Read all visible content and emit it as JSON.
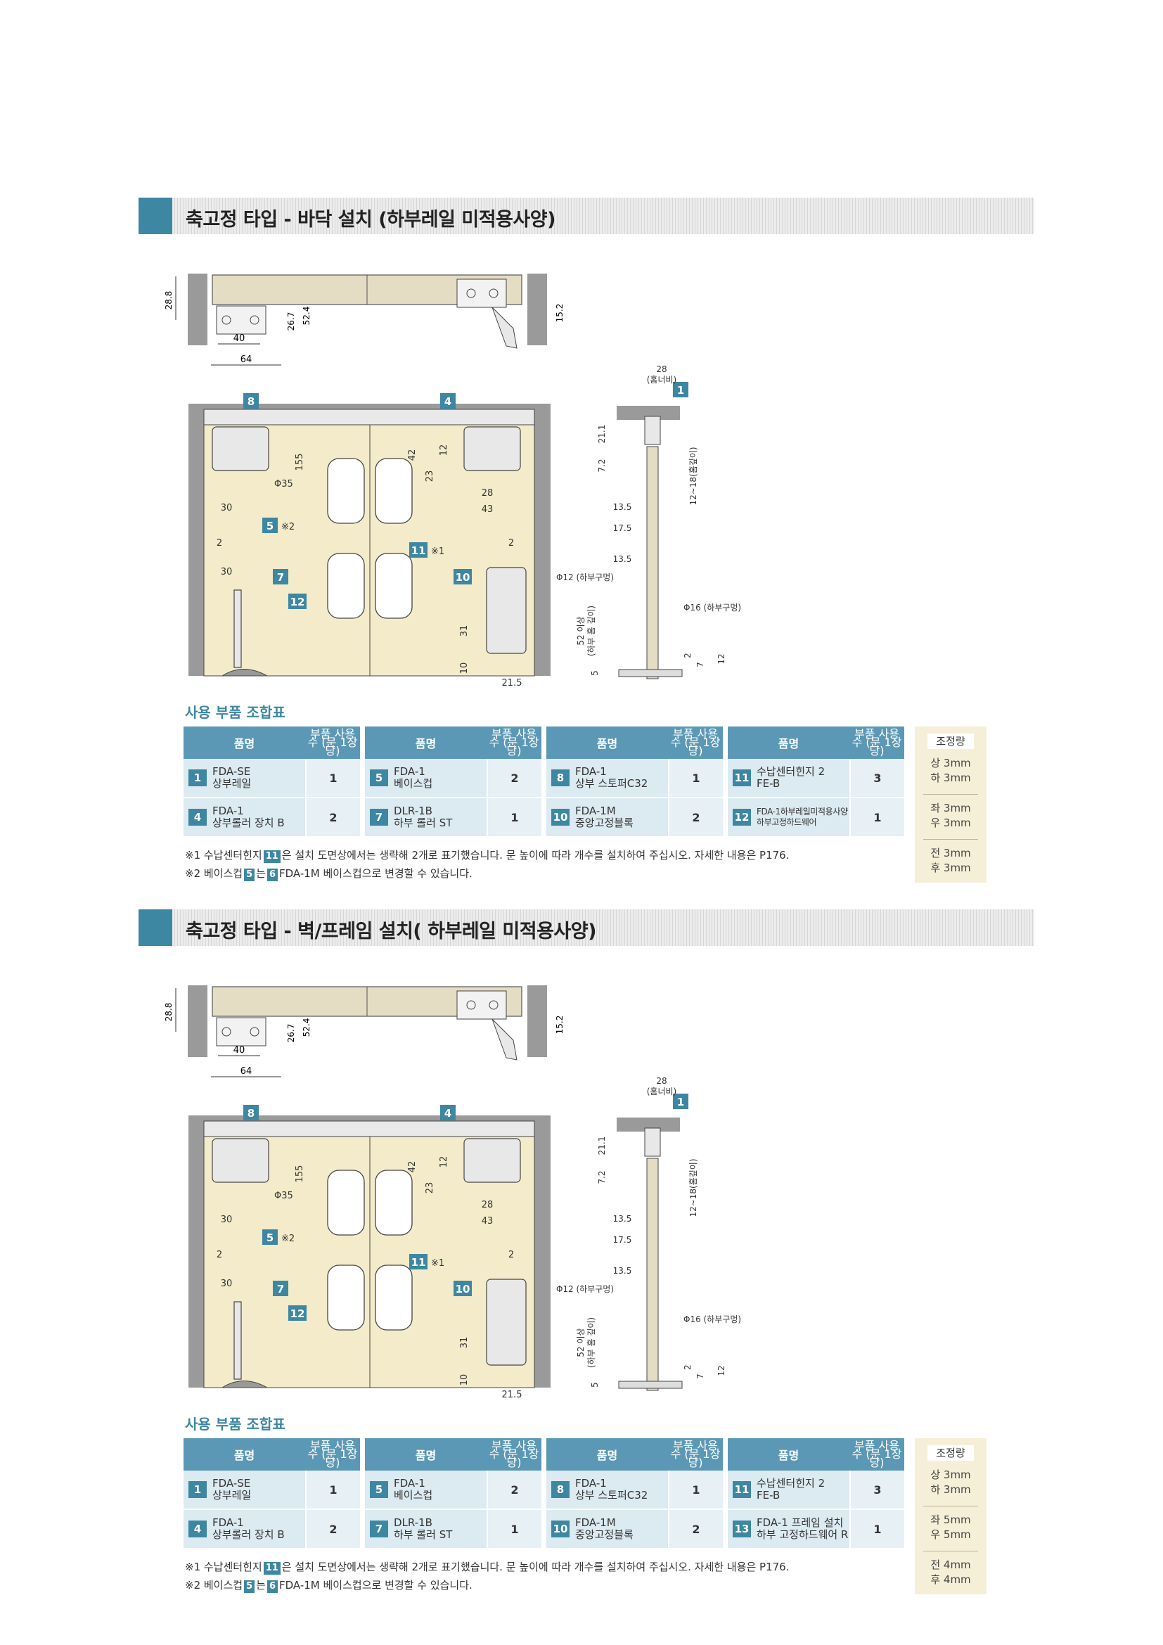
{
  "sections": [
    {
      "title": "축고정 타입 - 바닥 설치 (하부레일 미적용사양)",
      "subtitle": "사용 부품 조합표",
      "header": {
        "name": "품명",
        "qty": "부품 사용수 (문 1장당)"
      },
      "rows": [
        [
          {
            "num": "1",
            "name1": "FDA-SE",
            "name2": "상부레일",
            "qty": "1"
          },
          {
            "num": "5",
            "name1": "FDA-1",
            "name2": "베이스컵",
            "qty": "2"
          },
          {
            "num": "8",
            "name1": "FDA-1",
            "name2": "상부 스토퍼C32",
            "qty": "1"
          },
          {
            "num": "11",
            "name1": "수납센터힌지 2",
            "name2": "FE-B",
            "qty": "3"
          }
        ],
        [
          {
            "num": "4",
            "name1": "FDA-1",
            "name2": "상부롤러 장치 B",
            "qty": "2"
          },
          {
            "num": "7",
            "name1": "DLR-1B",
            "name2": "하부 롤러 ST",
            "qty": "1"
          },
          {
            "num": "10",
            "name1": "FDA-1M",
            "name2": "중앙고정블록",
            "qty": "2"
          },
          {
            "num": "12",
            "name1": "FDA-1하부레일미적용사양",
            "name2": "하부고정하드웨어",
            "qty": "1",
            "small": true
          }
        ]
      ],
      "adjust": {
        "title": "조정량",
        "groups": [
          [
            "상 3mm",
            "하 3mm"
          ],
          [
            "좌 3mm",
            "우 3mm"
          ],
          [
            "전 3mm",
            "후 3mm"
          ]
        ]
      },
      "notes": {
        "n1_prefix": "※1  수납센터힌지",
        "n1_box": "11",
        "n1_suffix": "은 설치 도면상에서는 생략해 2개로 표기했습니다. 문 높이에 따라 개수를 설치하여 주십시오. 자세한 내용은 P176.",
        "n2_prefix": "※2  베이스컵",
        "n2_box1": "5",
        "n2_mid": "는",
        "n2_box2": "6",
        "n2_suffix": "FDA-1M 베이스컵으로 변경할 수 있습니다."
      }
    },
    {
      "title": "축고정 타입 - 벽/프레임 설치( 하부레일 미적용사양)",
      "subtitle": "사용 부품 조합표",
      "header": {
        "name": "품명",
        "qty": "부품 사용수 (문 1장당)"
      },
      "rows": [
        [
          {
            "num": "1",
            "name1": "FDA-SE",
            "name2": "상부레일",
            "qty": "1"
          },
          {
            "num": "5",
            "name1": "FDA-1",
            "name2": "베이스컵",
            "qty": "2"
          },
          {
            "num": "8",
            "name1": "FDA-1",
            "name2": "상부 스토퍼C32",
            "qty": "1"
          },
          {
            "num": "11",
            "name1": "수납센터힌지 2",
            "name2": "FE-B",
            "qty": "3"
          }
        ],
        [
          {
            "num": "4",
            "name1": "FDA-1",
            "name2": "상부롤러 장치 B",
            "qty": "2"
          },
          {
            "num": "7",
            "name1": "DLR-1B",
            "name2": "하부 롤러 ST",
            "qty": "1"
          },
          {
            "num": "10",
            "name1": "FDA-1M",
            "name2": "중앙고정블록",
            "qty": "2"
          },
          {
            "num": "13",
            "name1": "FDA-1 프레임 설치",
            "name2": "하부 고정하드웨어 R",
            "qty": "1"
          }
        ]
      ],
      "adjust": {
        "title": "조정량",
        "groups": [
          [
            "상 3mm",
            "하 3mm"
          ],
          [
            "좌 5mm",
            "우 5mm"
          ],
          [
            "전 4mm",
            "후 4mm"
          ]
        ]
      },
      "notes": {
        "n1_prefix": "※1  수납센터힌지",
        "n1_box": "11",
        "n1_suffix": "은 설치 도면상에서는 생략해 2개로 표기했습니다. 문 높이에 따라 개수를 설치하여 주십시오. 자세한 내용은 P176.",
        "n2_prefix": "※2  베이스컵",
        "n2_box1": "5",
        "n2_mid": "는",
        "n2_box2": "6",
        "n2_suffix": "FDA-1M 베이스컵으로 변경할 수 있습니다."
      }
    }
  ],
  "diagram_labels": {
    "dim_28_8": "28.8",
    "dim_40": "40",
    "dim_64": "64",
    "dim_26_7": "26.7",
    "dim_52_4": "52.4",
    "dim_15_2": "15.2",
    "callout_8": "8",
    "callout_4": "4",
    "callout_5": "5",
    "callout_11": "11",
    "callout_7": "7",
    "callout_12": "12",
    "callout_10": "10",
    "callout_1": "1",
    "note_mark_2": "※2",
    "note_mark_1": "※1",
    "dim_155": "155",
    "dim_42": "42",
    "dim_23": "23",
    "dim_12": "12",
    "dim_28": "28",
    "dim_43": "43",
    "dim_30": "30",
    "dim_2": "2",
    "dim_31": "31",
    "dim_10": "10",
    "dim_21_5": "21.5",
    "dim_phi35": "Φ35",
    "dim_groove_w": "28",
    "groove_width": "(홈너비)",
    "dim_21_1": "21.1",
    "dim_7_2": "7.2",
    "groove_depth": "12~18(홈깊이)",
    "dim_13_5": "13.5",
    "dim_17_5": "17.5",
    "phi12": "Φ12 (하부구멍)",
    "phi16": "Φ16 (하부구멍)",
    "hole_depth": "52 이상",
    "hole_depth2": "(하부 홈 깊이)",
    "dim_5": "5",
    "dim_7": "7"
  }
}
